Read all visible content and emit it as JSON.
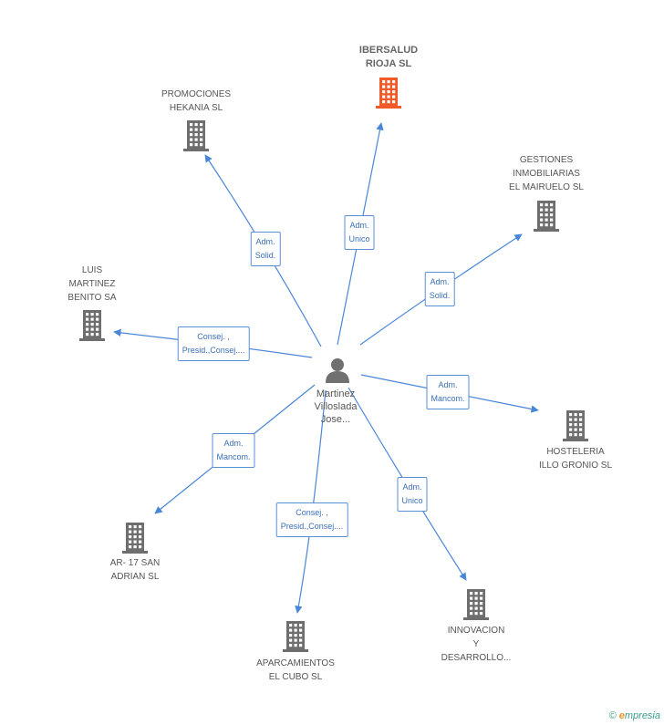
{
  "center": {
    "name_lines": [
      "Martinez",
      "Villoslada",
      "Jose..."
    ],
    "icon": "person-icon"
  },
  "companies": [
    {
      "id": "ibersalud",
      "lines": [
        "IBERSALUD",
        "RIOJA SL"
      ],
      "main": true,
      "color": "#f05a28",
      "relation": [
        "Adm.",
        "Unico"
      ]
    },
    {
      "id": "promociones",
      "lines": [
        "PROMOCIONES",
        "HEKANIA SL"
      ],
      "main": false,
      "color": "#6e6e6e",
      "relation": [
        "Adm.",
        "Solid."
      ]
    },
    {
      "id": "gestiones",
      "lines": [
        "GESTIONES",
        "INMOBILIARIAS",
        "EL MAIRUELO SL"
      ],
      "main": false,
      "color": "#6e6e6e",
      "relation": [
        "Adm.",
        "Solid."
      ]
    },
    {
      "id": "luis",
      "lines": [
        "LUIS",
        "MARTINEZ",
        "BENITO SA"
      ],
      "main": false,
      "color": "#6e6e6e",
      "relation": [
        "Consej. ,",
        "Presid.,Consej...."
      ]
    },
    {
      "id": "hosteleria",
      "lines": [
        "HOSTELERIA",
        "ILLO GRONIO SL"
      ],
      "main": false,
      "color": "#6e6e6e",
      "relation": [
        "Adm.",
        "Mancom."
      ]
    },
    {
      "id": "ar17",
      "lines": [
        "AR- 17 SAN",
        "ADRIAN SL"
      ],
      "main": false,
      "color": "#6e6e6e",
      "relation": [
        "Adm.",
        "Mancom."
      ]
    },
    {
      "id": "aparcamientos",
      "lines": [
        "APARCAMIENTOS",
        "EL CUBO SL"
      ],
      "main": false,
      "color": "#6e6e6e",
      "relation": [
        "Consej. ,",
        "Presid.,Consej...."
      ]
    },
    {
      "id": "innovacion",
      "lines": [
        "INNOVACION",
        "Y",
        "DESARROLLO..."
      ],
      "main": false,
      "color": "#6e6e6e",
      "relation": [
        "Adm.",
        "Unico"
      ]
    }
  ],
  "colors": {
    "edge": "#4a86d8",
    "person": "#707070"
  },
  "footer": {
    "copyright": "©",
    "brand_first": "e",
    "brand_rest": "mpresia"
  }
}
